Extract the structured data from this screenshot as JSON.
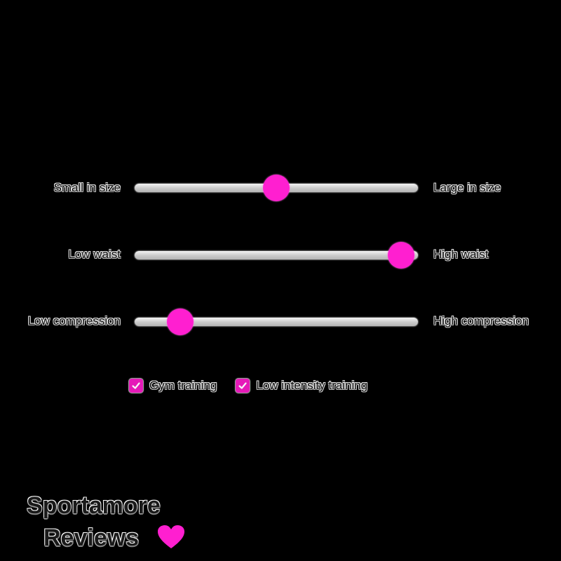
{
  "sliders": [
    {
      "left_label": "Small in size",
      "right_label": "Large in size",
      "value": 0.5
    },
    {
      "left_label": "Low waist",
      "right_label": "High waist",
      "value": 0.94
    },
    {
      "left_label": "Low compression",
      "right_label": "High compression",
      "value": 0.16
    }
  ],
  "checkboxes": [
    {
      "label": "Gym training",
      "checked": true
    },
    {
      "label": "Low intensity training",
      "checked": true
    }
  ],
  "logo": {
    "line1": "Sportamore",
    "line2": "Reviews",
    "icon": "heart-icon"
  },
  "colors": {
    "accent": "#ff1fd0",
    "background": "#000000",
    "track": "#d4d4d4"
  }
}
